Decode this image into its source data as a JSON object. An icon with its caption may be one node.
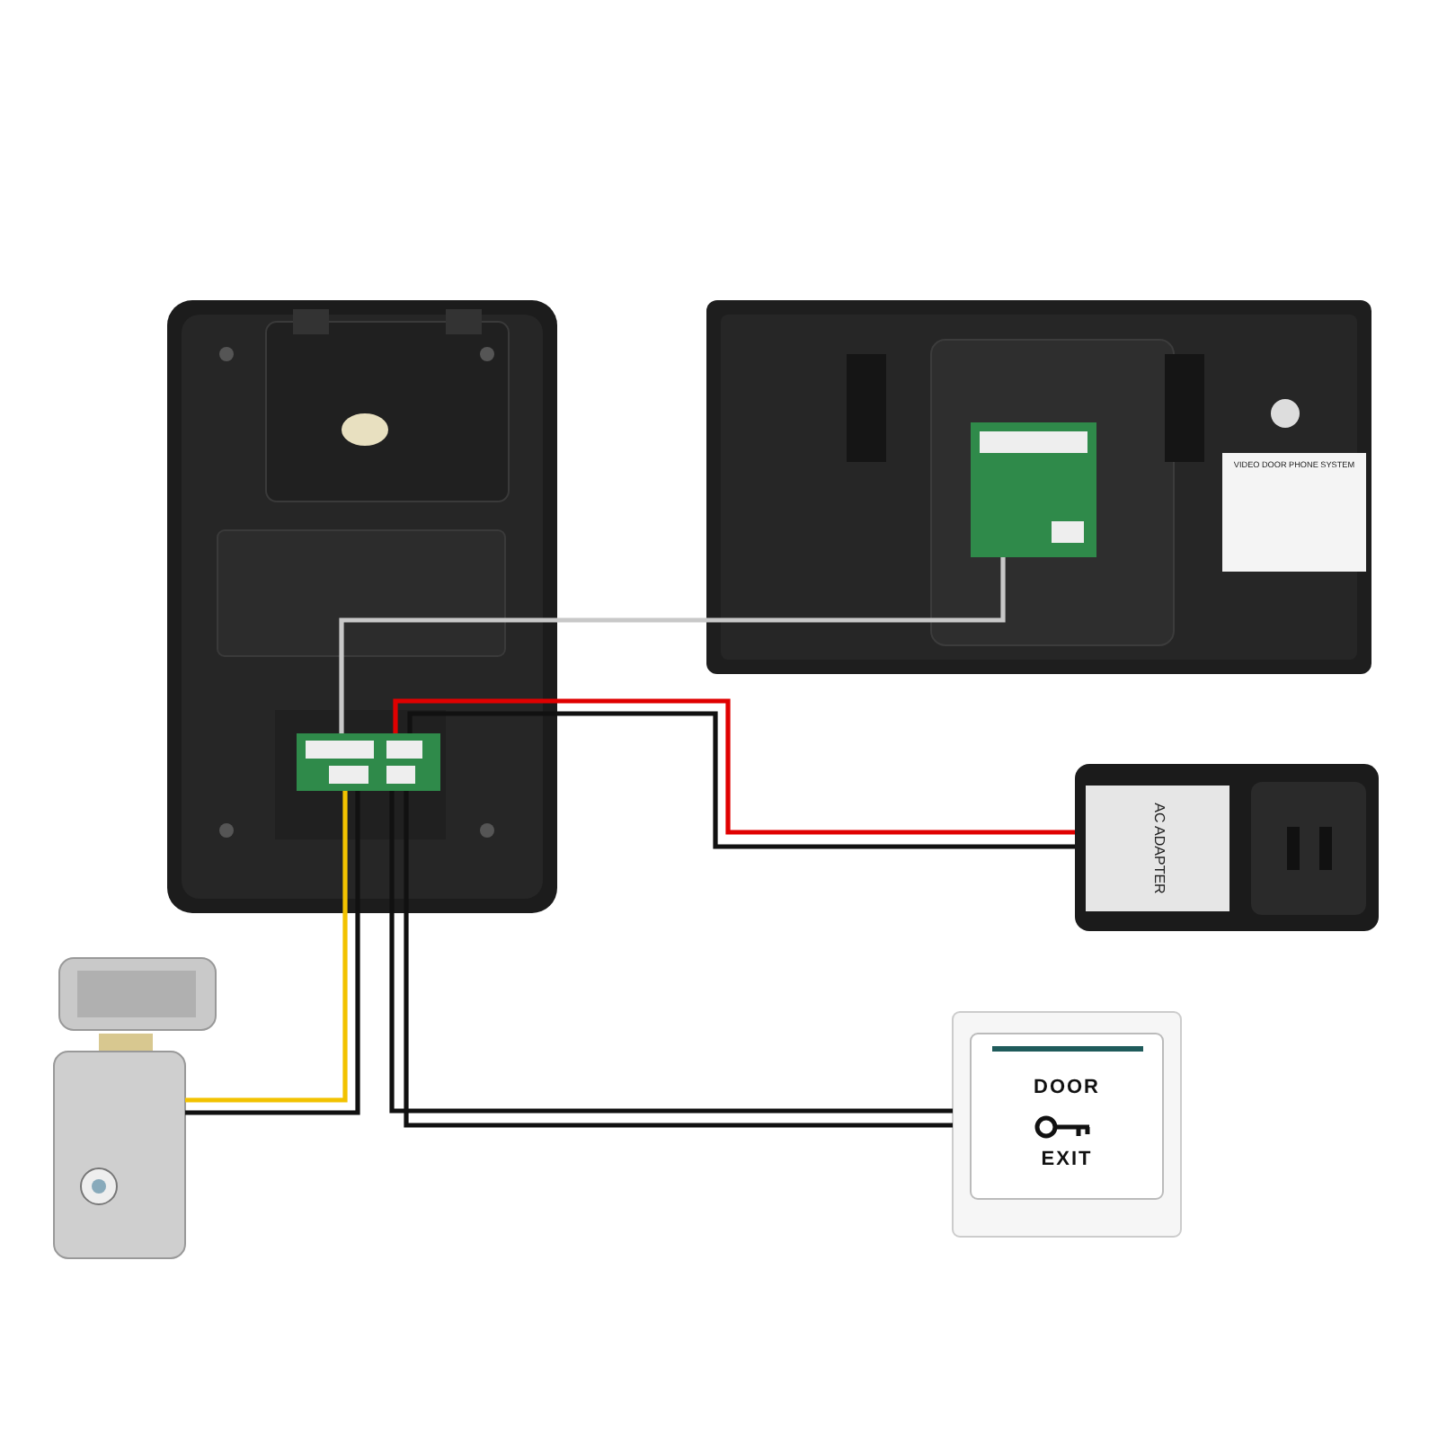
{
  "diagram": {
    "nodes": [
      {
        "text": [],
        "shape": "picture"
      },
      {
        "text": [],
        "shape": "picture",
        "in": 0
      },
      {
        "text": [
          "VIDEO DOOR PHONE SYSTEM"
        ]
      },
      {
        "text": [],
        "shape": "picture",
        "in": 2
      },
      {
        "text": [
          "AC ADAPTER"
        ]
      },
      {
        "text": [],
        "shape": "picture"
      },
      {
        "text": [
          "DOOR",
          "EXIT"
        ]
      }
    ],
    "edges": [
      {
        "from": 1,
        "to": 3,
        "arrow": "none",
        "color": "#c8c8c8"
      },
      {
        "from": 1,
        "to": 4,
        "arrow": "none",
        "color": "#e00000"
      },
      {
        "from": 1,
        "to": 4,
        "arrow": "none"
      },
      {
        "from": 1,
        "to": 5,
        "arrow": "none",
        "color": "#f2c200"
      },
      {
        "from": 1,
        "to": 5,
        "arrow": "none"
      },
      {
        "from": 1,
        "to": 6,
        "arrow": "none"
      },
      {
        "from": 1,
        "to": 6,
        "arrow": "none"
      }
    ]
  }
}
